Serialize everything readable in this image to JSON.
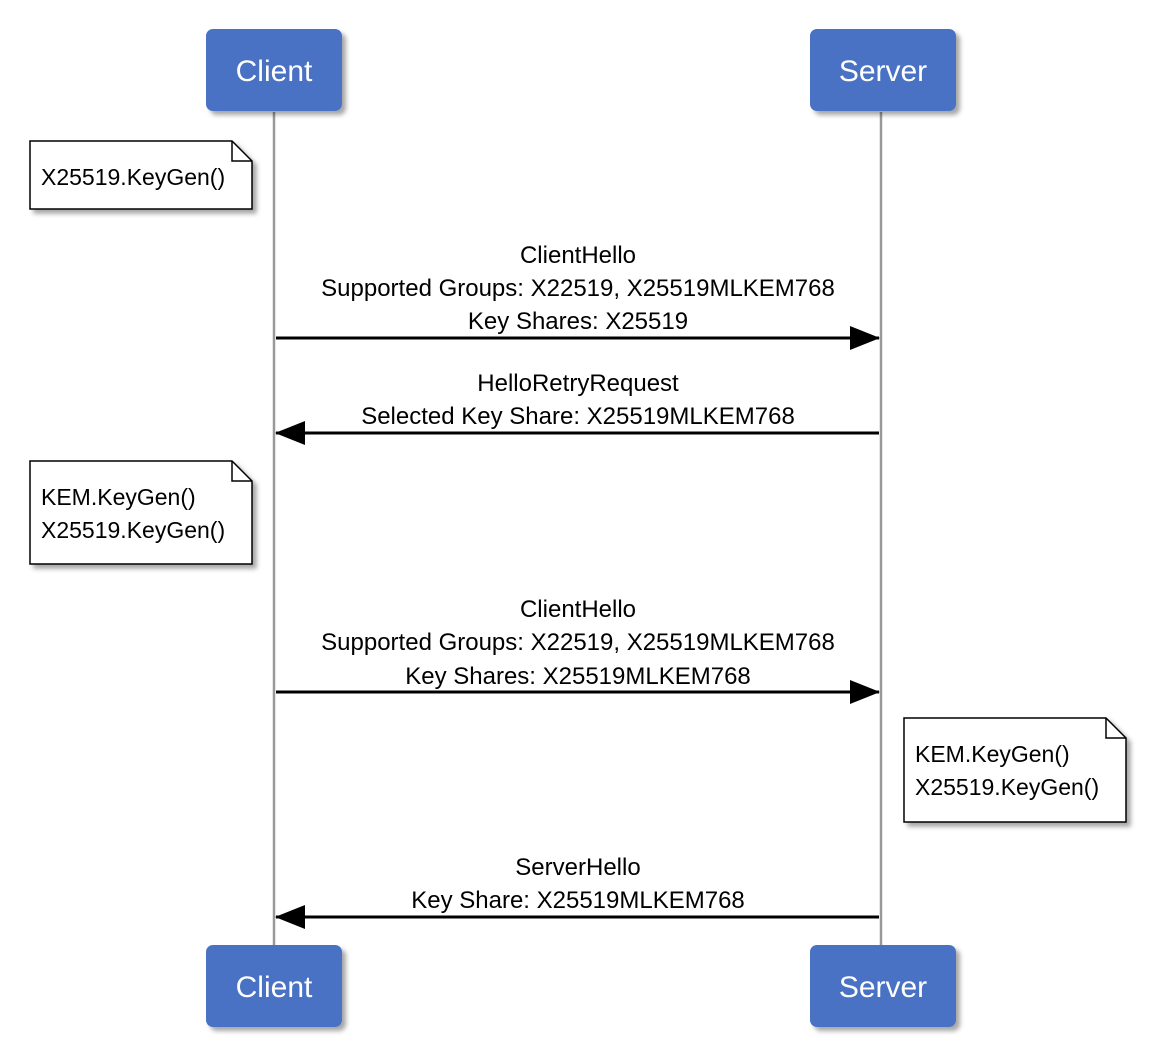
{
  "colors": {
    "actor_fill": "#4a72c4",
    "actor_text": "#ffffff",
    "lifeline": "#999999",
    "arrow": "#000000",
    "note_fill": "#ffffff",
    "note_border": "#000000"
  },
  "actors": {
    "client_top": "Client",
    "server_top": "Server",
    "client_bottom": "Client",
    "server_bottom": "Server"
  },
  "notes": {
    "client_keygen_1": {
      "line1": "X25519.KeyGen()"
    },
    "client_keygen_2": {
      "line1": "KEM.KeyGen()",
      "line2": "X25519.KeyGen()"
    },
    "server_keygen": {
      "line1": "KEM.KeyGen()",
      "line2": "X25519.KeyGen()"
    }
  },
  "messages": {
    "client_hello_1": {
      "direction": "client-to-server",
      "line1": "ClientHello",
      "line2": "Supported Groups: X22519, X25519MLKEM768",
      "line3": "Key Shares: X25519"
    },
    "hello_retry_request": {
      "direction": "server-to-client",
      "line1": "HelloRetryRequest",
      "line2": "Selected Key Share: X25519MLKEM768"
    },
    "client_hello_2": {
      "direction": "client-to-server",
      "line1": "ClientHello",
      "line2": "Supported Groups: X22519, X25519MLKEM768",
      "line3": "Key Shares: X25519MLKEM768"
    },
    "server_hello": {
      "direction": "server-to-client",
      "line1": "ServerHello",
      "line2": "Key Share: X25519MLKEM768"
    }
  }
}
